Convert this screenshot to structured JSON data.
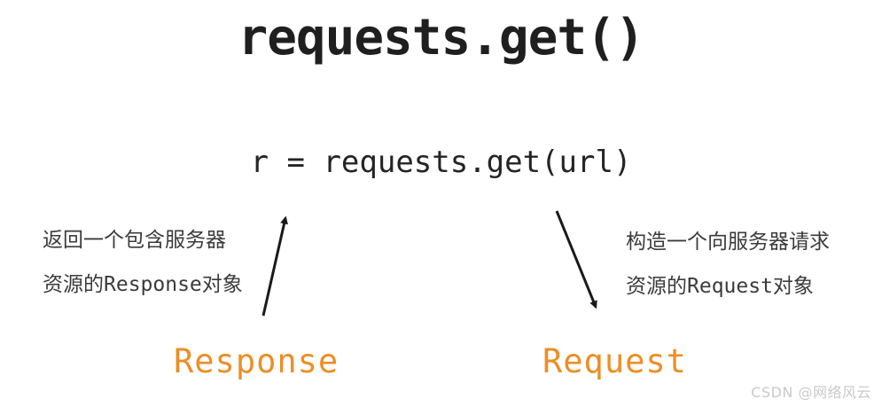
{
  "title": "requests.get()",
  "code_line": "r = requests.get(url)",
  "response_side": {
    "annotation_line1": "返回一个包含服务器",
    "annotation_line2": "资源的Response对象",
    "label": "Response"
  },
  "request_side": {
    "annotation_line1": "构造一个向服务器请求",
    "annotation_line2": "资源的Request对象",
    "label": "Request"
  },
  "watermark": "CSDN @网络风云",
  "colors": {
    "accent_orange": "#ed8e26",
    "title_ink": "#1f1f1f",
    "annotation_gray": "#3b3b3b",
    "arrow_black": "#1a1a1a",
    "watermark_gray": "#c9c9c9",
    "background": "#ffffff"
  }
}
